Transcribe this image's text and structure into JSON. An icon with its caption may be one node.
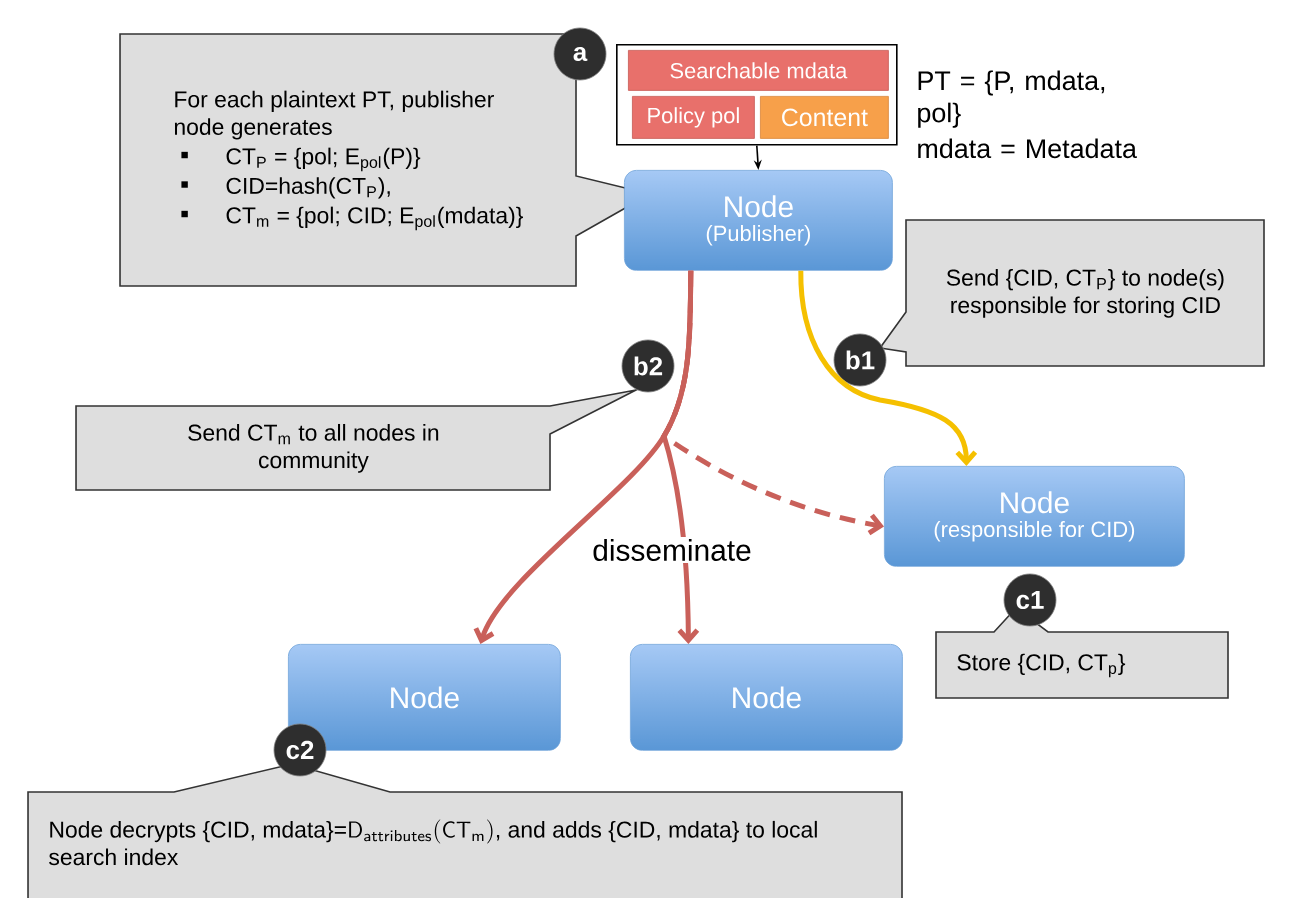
{
  "diagram": {
    "nodes": [
      {
        "text": [
          "For each plaintext PT, publisher node generates",
          "CT$_{P}$ = {pol; E$_{pol}$(P)}",
          "CID=hash(CT$_{P}$),",
          "CT$_{m}$ = {pol; CID; E$_{pol}$(mdata)}"
        ]
      },
      {
        "text": [],
        "shape": "box"
      },
      {
        "text": [
          "Searchable mdata"
        ],
        "in": 1
      },
      {
        "text": [
          "Policy pol"
        ],
        "in": 1
      },
      {
        "text": [
          "Content"
        ],
        "in": 1
      },
      {
        "text": [
          "Node",
          "(Publisher)"
        ]
      },
      {
        "text": [
          "Send {CID, CT$_{P}$} to node(s) responsible for storing CID"
        ]
      },
      {
        "text": [
          "Node",
          "(responsible for CID)"
        ]
      },
      {
        "text": [
          "Send CT$_{m}$ to all nodes in community"
        ]
      },
      {
        "text": [
          "Node"
        ]
      },
      {
        "text": [
          "Node"
        ]
      },
      {
        "text": [
          "Store {CID, CT$_{p}$}"
        ]
      },
      {
        "text": [
          "Node decrypts {CID, mdata}=",
          "\\mathsf{D}_{\\mathsf{attributes}}(\\mathsf{CT}_{\\mathsf{m}})",
          ", and adds {CID, mdata} to local search index"
        ]
      },
      {
        "text": [
          "a"
        ]
      },
      {
        "text": [
          "b1"
        ]
      },
      {
        "text": [
          "b2"
        ]
      },
      {
        "text": [
          "c1"
        ]
      },
      {
        "text": [
          "c2"
        ]
      }
    ],
    "edges": [
      {
        "from": 1,
        "to": 5,
        "arrow": "to",
        "color": "#000000"
      },
      {
        "from": 5,
        "to": 7,
        "arrow": "to",
        "color": "#f5c000"
      },
      {
        "from": 5,
        "to": 9,
        "arrow": "to"
      },
      {
        "from": 5,
        "to": 10,
        "arrow": "to",
        "label": "disseminate"
      },
      {
        "from": 5,
        "to": 7,
        "arrow": "to",
        "style": "dashed"
      }
    ],
    "labels": [
      "PT = {P, mdata, pol}",
      "mdata = Metadata"
    ]
  }
}
